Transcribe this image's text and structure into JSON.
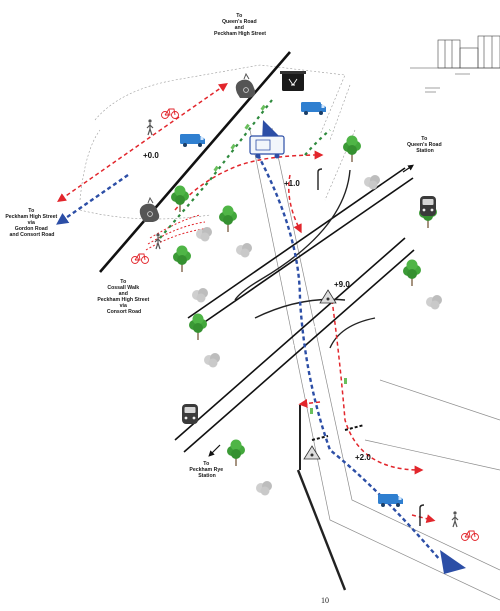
{
  "destinations": {
    "queens_road_peckham": [
      "To",
      "Queen's Road",
      "and",
      "Peckham High Street"
    ],
    "queens_road_station": [
      "To",
      "Queen's Road",
      "Station"
    ],
    "peckham_high_street_gordon": [
      "To",
      "Peckham High Street",
      "via",
      "Gordon Road",
      "and Consort Road"
    ],
    "cossall_walk": [
      "To",
      "Cossall Walk",
      "and",
      "Peckham High Street",
      "via",
      "Consort Road"
    ],
    "peckham_rye_station": [
      "To",
      "Peckham Rye",
      "Station"
    ]
  },
  "levels": {
    "l0": "+0.0",
    "l1": "+1.0",
    "l9": "+9.0",
    "l2": "+2.0"
  },
  "page_number": "10",
  "colors": {
    "pedestrian": "#e2262c",
    "vehicle": "#2c4ea6",
    "cycle": "#2f8a3e",
    "railway": "#111111",
    "tree": "#3b9a36",
    "van": "#2f7fd0"
  }
}
